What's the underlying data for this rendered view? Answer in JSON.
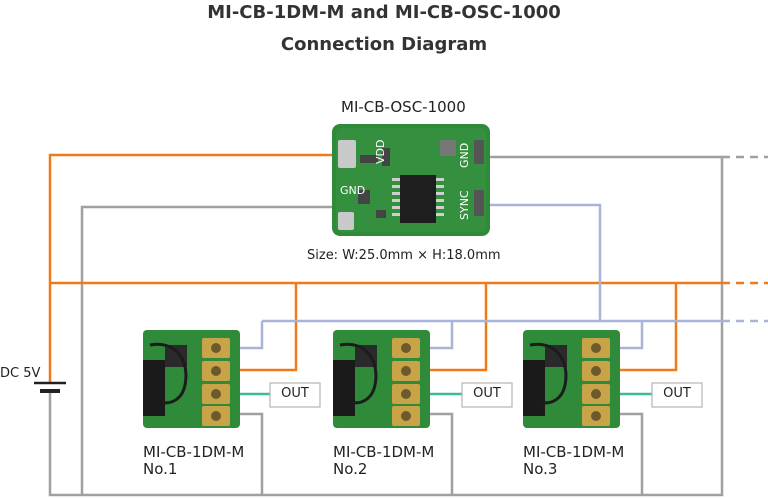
{
  "header": {
    "title_line1": "MI-CB-1DM-M and MI-CB-OSC-1000",
    "title_line2": "Connection Diagram"
  },
  "oscillator": {
    "name": "MI-CB-OSC-1000",
    "size_text": "Size: W:25.0mm × H:18.0mm",
    "silk": {
      "vdd": "VDD",
      "gnd_right": "GND",
      "gnd_left": "GND",
      "sync": "SYNC"
    }
  },
  "power": {
    "label": "DC 5V"
  },
  "modules": [
    {
      "name": "MI-CB-1DM-M",
      "number": "No.1",
      "out_label": "OUT"
    },
    {
      "name": "MI-CB-1DM-M",
      "number": "No.2",
      "out_label": "OUT"
    },
    {
      "name": "MI-CB-1DM-M",
      "number": "No.3",
      "out_label": "OUT"
    }
  ],
  "colors": {
    "vdd_wire": "#f07a1a",
    "gnd_wire": "#a0a0a0",
    "sync_wire": "#aab4d8",
    "out_wire": "#3cb89a",
    "pcb_green": "#2f8a3a",
    "pad_gold": "#c9a348"
  }
}
